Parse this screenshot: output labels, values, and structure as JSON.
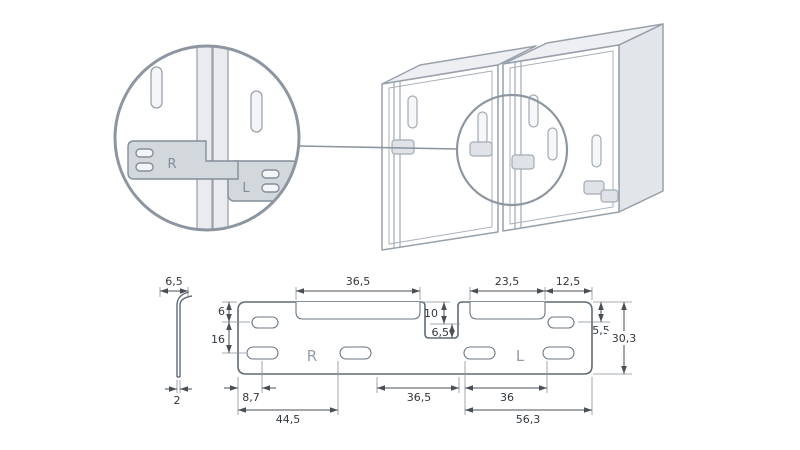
{
  "detail_view": {
    "bracket_r_label": "R",
    "bracket_l_label": "L"
  },
  "drawing": {
    "bracket_r_label": "R",
    "bracket_l_label": "L",
    "dims": {
      "side_top": "6,5",
      "side_thickness": "2",
      "top_left_tab": "36,5",
      "top_right_tab": "23,5",
      "top_right_edge": "12,5",
      "mid_depth": "10",
      "mid_offset": "6,5",
      "left_upper": "6",
      "left_lower": "16",
      "right_upper": "5,5",
      "right_total": "30,3",
      "bottom_left_small": "8,7",
      "bottom_left": "44,5",
      "bottom_mid": "36,5",
      "bottom_right_mid": "36",
      "bottom_right": "56,3"
    }
  },
  "colors": {
    "outline_gray": "#5f6b76",
    "light_gray": "#98a1ab",
    "dim_gray": "#4a4f55",
    "panel_fill": "#e9ebee",
    "bracket_fill": "#d3d8dd"
  }
}
